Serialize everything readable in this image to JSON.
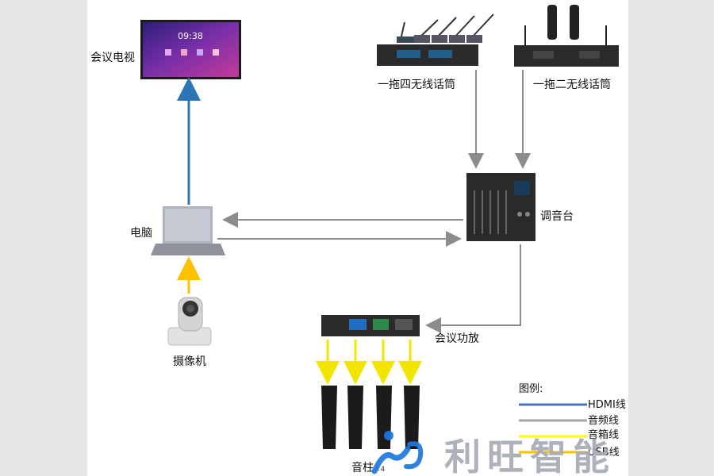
{
  "labels": {
    "tv": "会议电视",
    "tv_time": "09:38",
    "mic4": "一拖四无线话筒",
    "mic2": "一拖二无线话筒",
    "mixer": "调音台",
    "pc": "电脑",
    "camera": "摄像机",
    "amp": "会议功放",
    "speakers": "音柱",
    "speakers_count": "×4"
  },
  "legend": {
    "title": "图例:",
    "items": [
      {
        "label": "HDMI线",
        "color": "#4472c4"
      },
      {
        "label": "音频线",
        "color": "#a6a6a6"
      },
      {
        "label": "音箱线",
        "color": "#ffff00"
      },
      {
        "label": "USB线",
        "color": "#ffc000"
      }
    ]
  },
  "brand": {
    "name": "利旺智能",
    "logo_color": "#1e78e0"
  },
  "colors": {
    "hdmi": "#2e75b6",
    "audio": "#8c8c8c",
    "speaker": "#f2e600",
    "usb": "#ffc000"
  }
}
